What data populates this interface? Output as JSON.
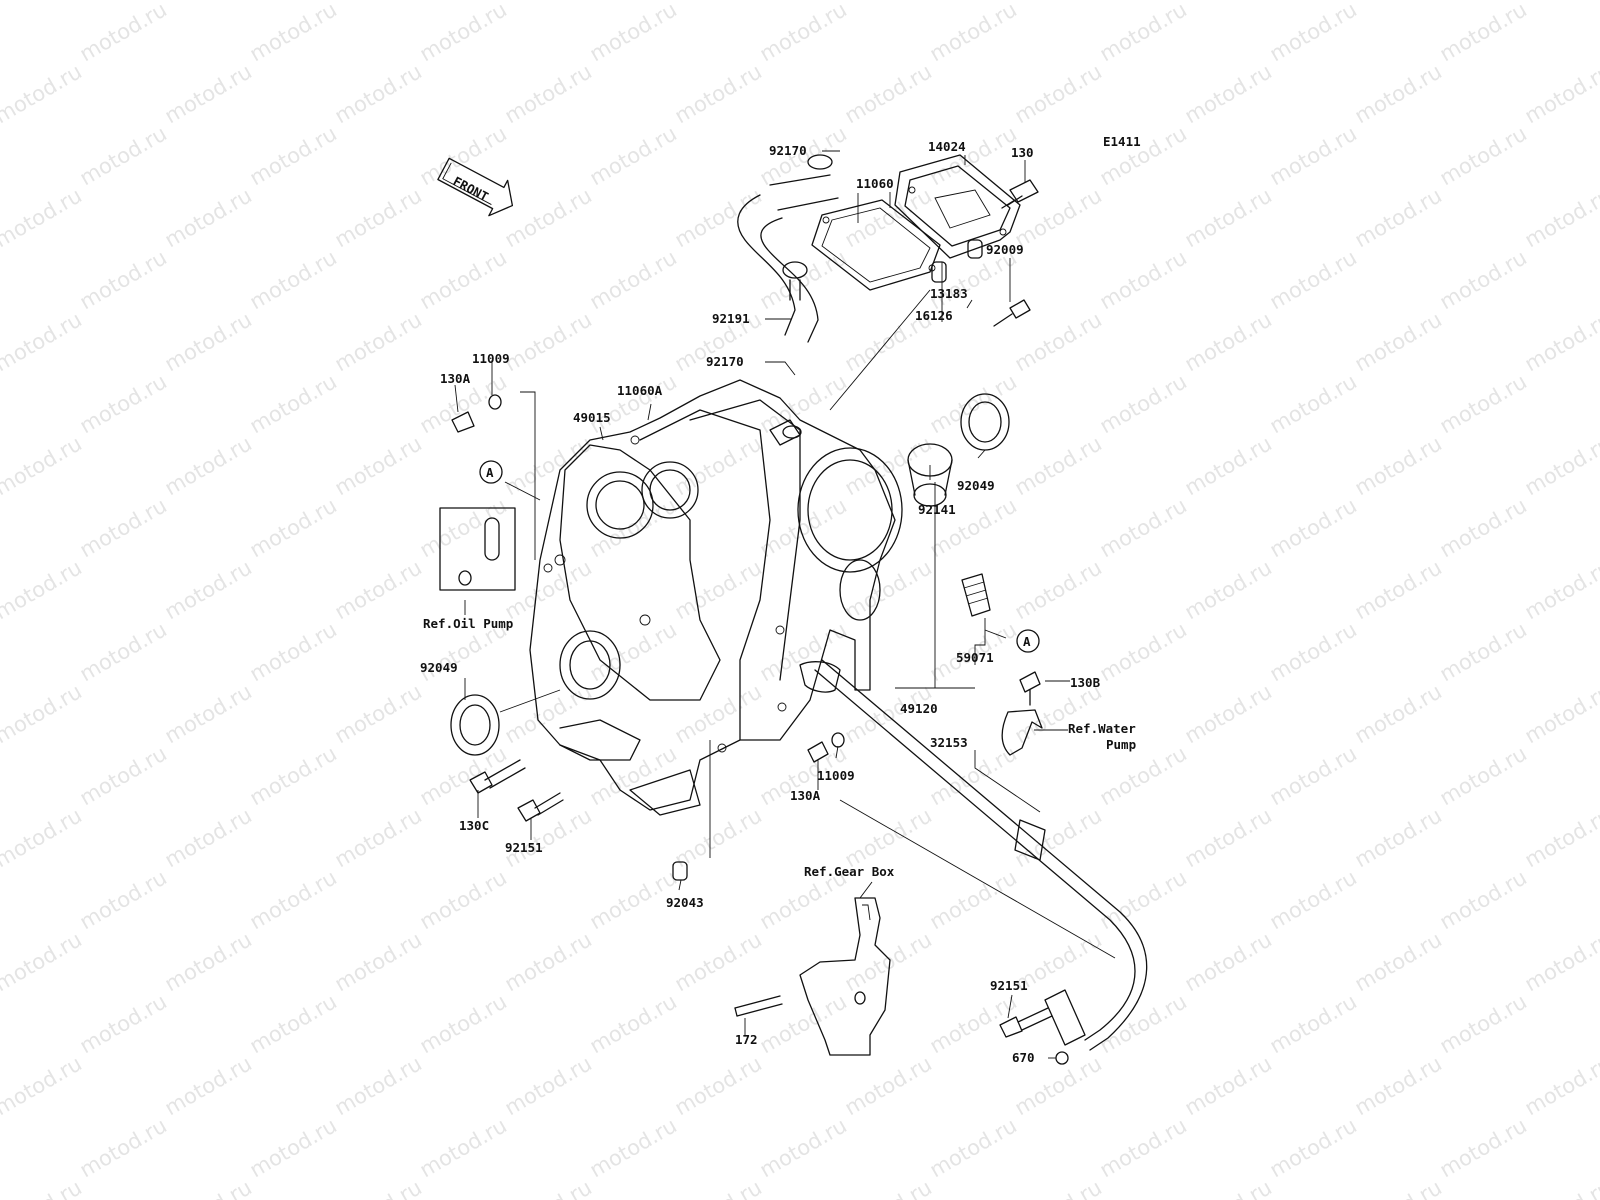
{
  "diagram": {
    "code": "E1411",
    "front_label": "FRONT",
    "watermark": "motod.ru",
    "callout_marker": "A",
    "part_labels": {
      "p92170_top": "92170",
      "p14024": "14024",
      "p130": "130",
      "p11060": "11060",
      "p92009": "92009",
      "p13183": "13183",
      "p16126": "16126",
      "p92191": "92191",
      "p92170_mid": "92170",
      "p11009_top": "11009",
      "p130A_top": "130A",
      "p11060A": "11060A",
      "p49015": "49015",
      "p92049_right": "92049",
      "p92141": "92141",
      "p59071": "59071",
      "p49120": "49120",
      "p130B": "130B",
      "p32153": "32153",
      "p92049_left": "92049",
      "p130C": "130C",
      "p92151_left": "92151",
      "p11009_bot": "11009",
      "p130A_bot": "130A",
      "p92043": "92043",
      "p172": "172",
      "p92151_right": "92151",
      "p670": "670"
    },
    "reference_labels": {
      "oil_pump": "Ref.Oil Pump",
      "water_pump_line1": "Ref.Water",
      "water_pump_line2": "Pump",
      "gear_box": "Ref.Gear Box"
    }
  }
}
